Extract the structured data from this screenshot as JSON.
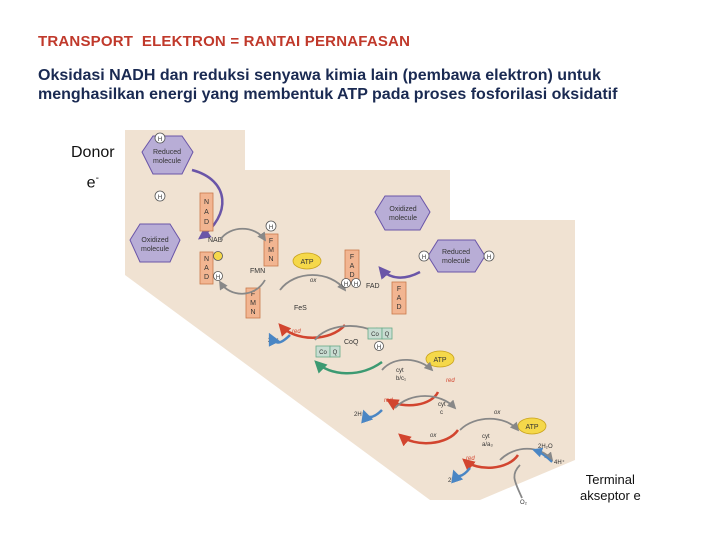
{
  "title": "TRANSPORT  ELEKTRON = RANTAI PERNAFASAN",
  "subtitle": "Oksidasi NADH dan reduksi senyawa kimia lain (pembawa elektron) untuk menghasilkan energi yang membentuk ATP pada proses fosforilasi oksidatif",
  "donor": {
    "line1": "Donor",
    "line2": "e",
    "sup": "-"
  },
  "terminal": {
    "line1": "Terminal",
    "line2": "akseptor e"
  },
  "diagram": {
    "reduced_molecule_top": [
      "Reduced",
      "molecule"
    ],
    "oxidized_molecule_left": [
      "Oxidized",
      "molecule"
    ],
    "oxidized_molecule_right": [
      "Oxidized",
      "molecule"
    ],
    "reduced_molecule_right": [
      "Reduced",
      "molecule"
    ],
    "h": "H",
    "nad_letters": [
      "N",
      "A",
      "D"
    ],
    "fmn_letters": [
      "F",
      "M",
      "N"
    ],
    "fad_letters": [
      "F",
      "A",
      "D"
    ],
    "nad": "NAD",
    "fmn": "FMN",
    "fad": "FAD",
    "fes": "FeS",
    "coq": "CoQ",
    "co": "Co",
    "q": "Q",
    "atp": "ATP",
    "ox": "ox",
    "red": "red",
    "h_plus_2": "2H⁺",
    "h_plus_4": "4H⁺",
    "h2o_2": "2H₂O",
    "o2": "O₂",
    "cyt_b_c1": [
      "cyt",
      "b/c₁"
    ],
    "cyt_c": [
      "cyt",
      "c"
    ],
    "cyt_a_a3": [
      "cyt",
      "a/a₃"
    ]
  },
  "colors": {
    "title": "#c0392b",
    "subtitle": "#1a2a52",
    "background_band": "#f0e2d2",
    "purple_molecule": "#b8add6",
    "orange_carrier": "#f2b591",
    "yellow_atp": "#f5d84a",
    "red_arrow": "#d2452f",
    "blue_arrow": "#4a86c4",
    "green_arrow": "#3c9a72",
    "gray_circle": "#9a9a9a"
  }
}
